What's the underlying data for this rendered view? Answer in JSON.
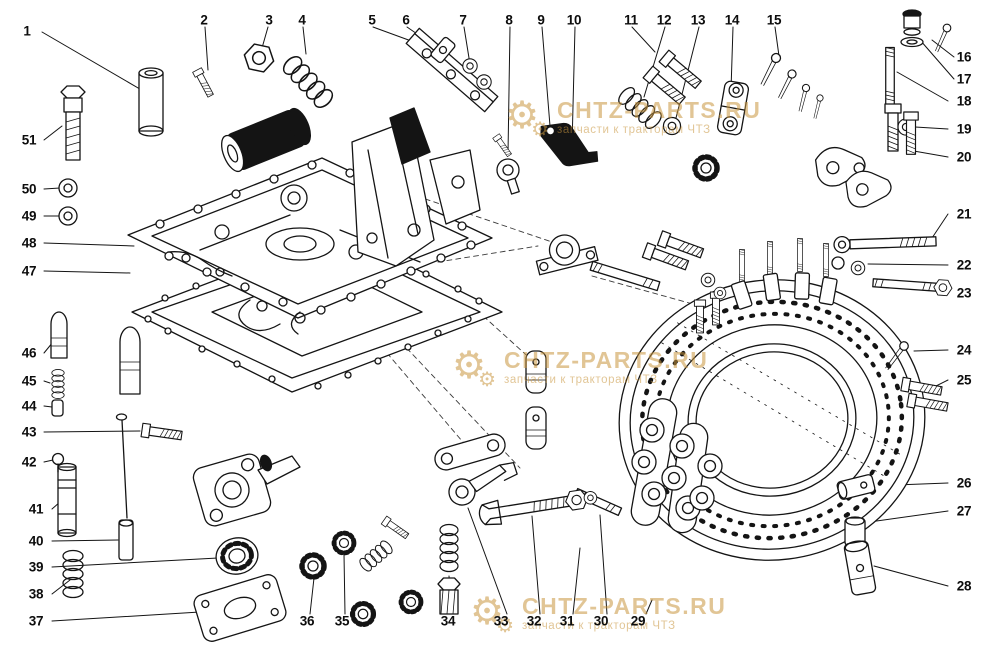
{
  "watermark": {
    "brand": "CHTZ-PARTS.RU",
    "tagline": "запчасти к тракторам ЧТЗ"
  },
  "colors": {
    "line": "#141414",
    "background": "#ffffff",
    "watermark": "#c9963e"
  },
  "callouts": {
    "1": "1",
    "2": "2",
    "3": "3",
    "4": "4",
    "5": "5",
    "6": "6",
    "7": "7",
    "8": "8",
    "9": "9",
    "10": "10",
    "11": "11",
    "12": "12",
    "13": "13",
    "14": "14",
    "15": "15",
    "16": "16",
    "17": "17",
    "18": "18",
    "19": "19",
    "20": "20",
    "21": "21",
    "22": "22",
    "23": "23",
    "24": "24",
    "25": "25",
    "26": "26",
    "27": "27",
    "28": "28",
    "29": "29",
    "30": "30",
    "31": "31",
    "32": "32",
    "33": "33",
    "34": "34",
    "35": "35",
    "36": "36",
    "37": "37",
    "38": "38",
    "39": "39",
    "40": "40",
    "41": "41",
    "42": "42",
    "43": "43",
    "44": "44",
    "45": "45",
    "46": "46",
    "47": "47",
    "48": "48",
    "49": "49",
    "50": "50",
    "51": "51"
  }
}
